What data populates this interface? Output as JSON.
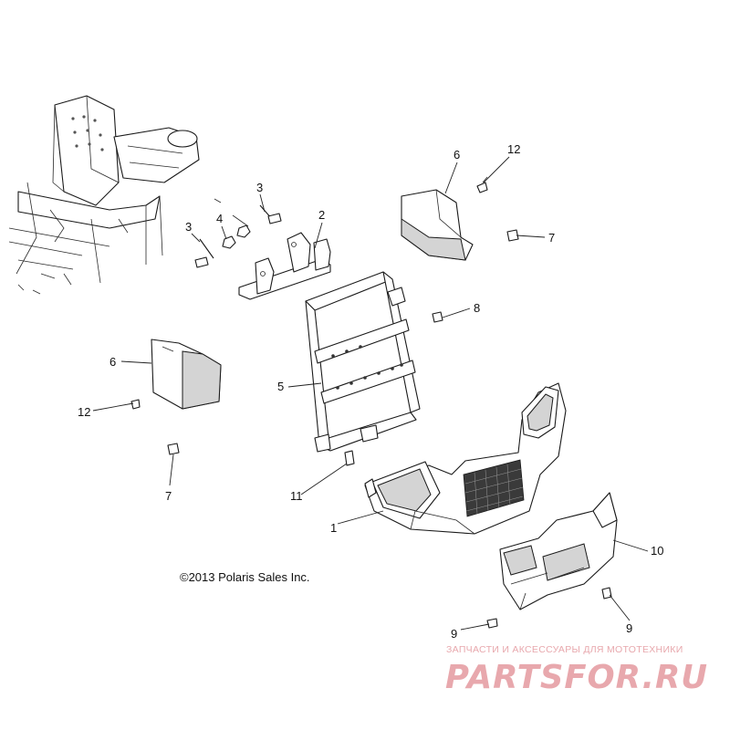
{
  "callouts": [
    "1",
    "2",
    "3",
    "3",
    "4",
    "5",
    "6",
    "6",
    "7",
    "7",
    "8",
    "9",
    "9",
    "10",
    "11",
    "12",
    "12"
  ],
  "copyright": "©2013 Polaris Sales Inc.",
  "watermark": {
    "tagline": "ЗАПЧАСТИ И АКСЕССУАРЫ ДЛЯ МОТОТЕХНИКИ",
    "logo_text": "PARTSFOR.RU",
    "color": "#e8a8ad"
  }
}
